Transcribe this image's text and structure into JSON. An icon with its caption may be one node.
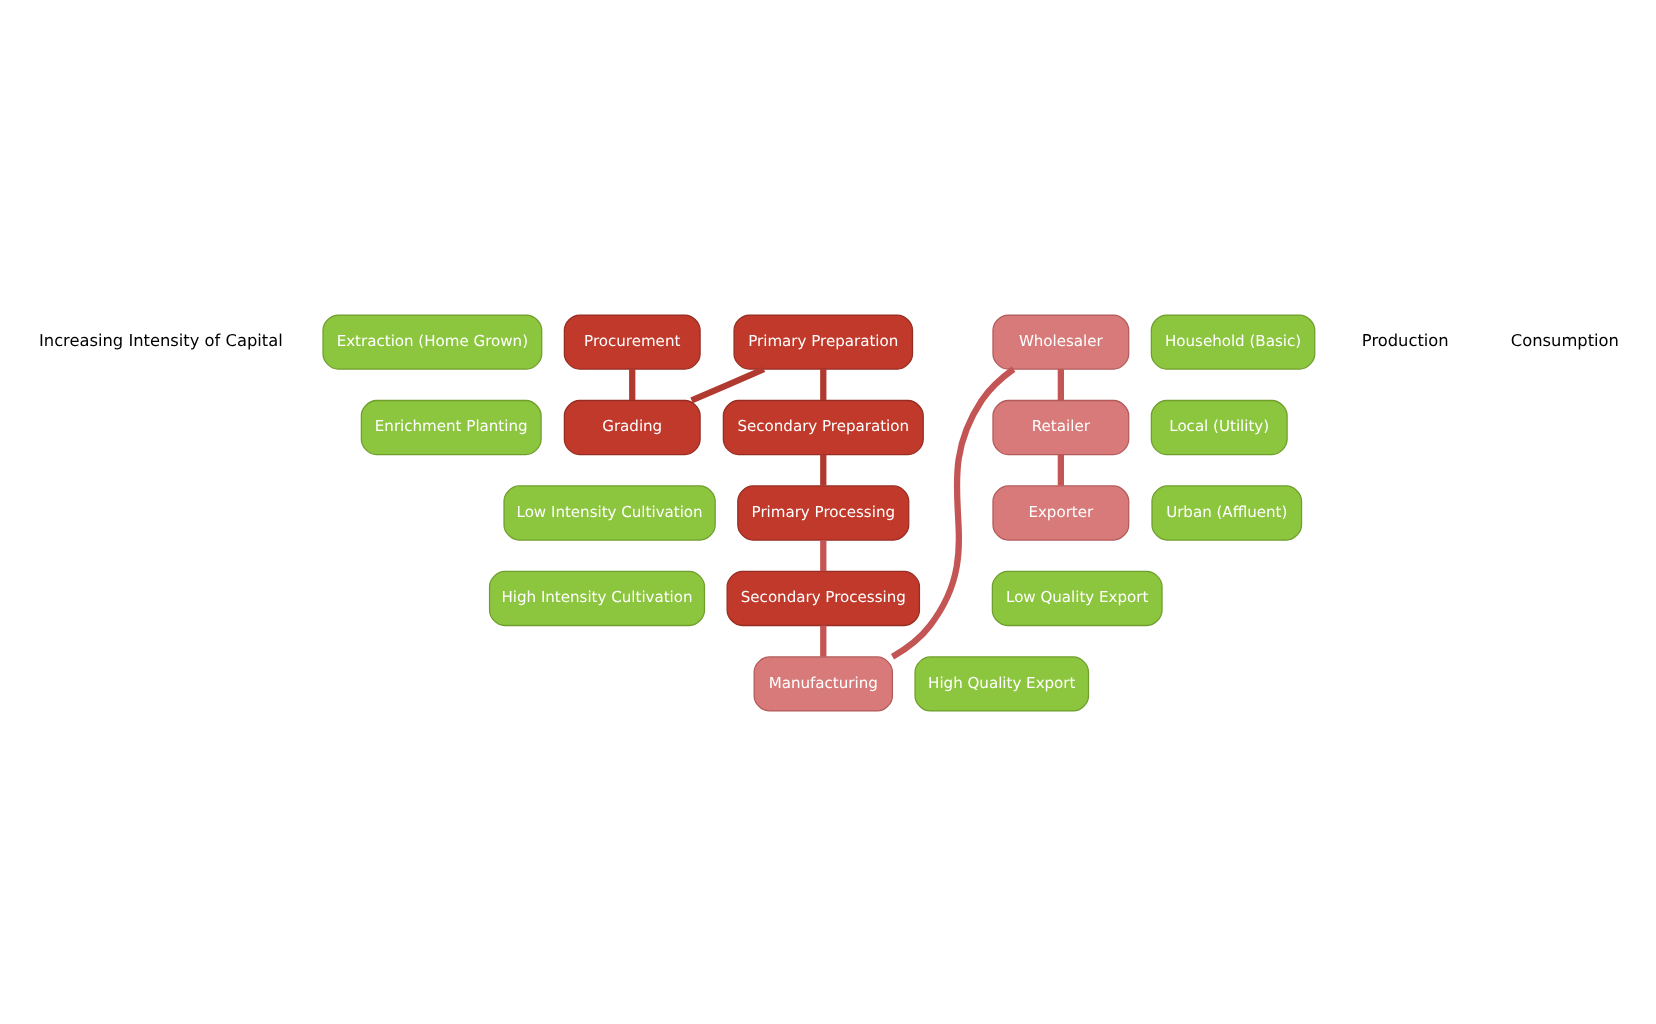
{
  "diagram": {
    "nodes": [
      {
        "text": [
          "Extraction (Home Grown)"
        ]
      },
      {
        "text": [
          "Procurement"
        ]
      },
      {
        "text": [
          "Primary Preparation"
        ]
      },
      {
        "text": [
          "Wholesaler"
        ]
      },
      {
        "text": [
          "Household (Basic)"
        ]
      },
      {
        "text": [
          "Local (Utility)"
        ]
      },
      {
        "text": [
          "Enrichment Planting"
        ]
      },
      {
        "text": [
          "Grading"
        ]
      },
      {
        "text": [
          "Secondary Preparation"
        ]
      },
      {
        "text": [
          "Retailer"
        ]
      },
      {
        "text": [
          "Urban (Affluent)"
        ]
      },
      {
        "text": [
          "Low Intensity Cultivation"
        ]
      },
      {
        "text": [
          "Primary Processing"
        ]
      },
      {
        "text": [
          "Exporter"
        ]
      },
      {
        "text": [
          "Low Quality Export"
        ]
      },
      {
        "text": [
          "High Intensity Cultivation"
        ]
      },
      {
        "text": [
          "Secondary Processing"
        ]
      },
      {
        "text": [
          "High Quality Export"
        ]
      },
      {
        "text": [
          "Manufacturing"
        ]
      }
    ],
    "edges": [
      {
        "from": 1,
        "to": 7,
        "arrow": "none"
      },
      {
        "from": 7,
        "to": 2,
        "arrow": "none"
      },
      {
        "from": 2,
        "to": 8,
        "arrow": "none"
      },
      {
        "from": 8,
        "to": 12,
        "arrow": "none"
      },
      {
        "from": 12,
        "to": 16,
        "arrow": "none"
      },
      {
        "from": 16,
        "to": 18,
        "arrow": "none"
      },
      {
        "from": 18,
        "to": 3,
        "arrow": "none"
      },
      {
        "from": 3,
        "to": 9,
        "arrow": "none"
      },
      {
        "from": 9,
        "to": 13,
        "arrow": "none"
      }
    ],
    "labels": [
      "Increasing Intensity of Capital",
      "Production",
      "Consumption"
    ]
  }
}
